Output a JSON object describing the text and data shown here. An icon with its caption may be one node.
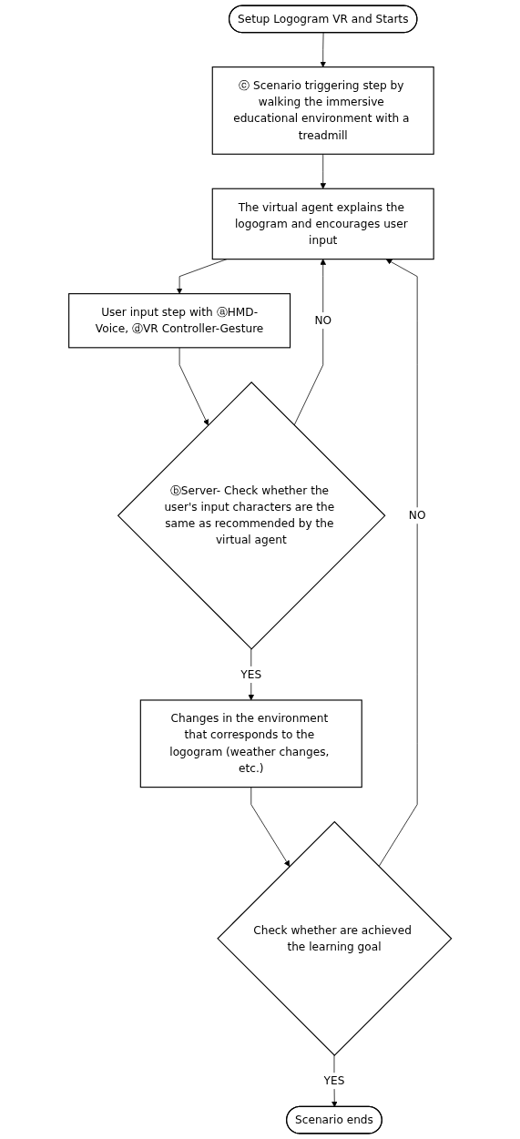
{
  "diagram": {
    "nodes": [
      {
        "text": [
          "Setup Logogram VR and Starts"
        ]
      },
      {
        "text": [
          "ⓒ Scenario triggering step by walking the immersive educational environment with a treadmill"
        ]
      },
      {
        "text": [
          "The virtual agent explains the logogram and encourages user input"
        ]
      },
      {
        "text": [
          "User input step with ⓐHMD-Voice, ⓓVR Controller-Gesture"
        ]
      },
      {
        "text": [
          "ⓑServer- Check whether the user's input characters are the same as recommended by the virtual agent"
        ]
      },
      {
        "text": [
          "Changes in the environment that corresponds to the logogram (weather changes, etc.)"
        ]
      },
      {
        "text": [
          "Check whether are achieved the learning goal"
        ]
      },
      {
        "text": [
          "Scenario ends"
        ]
      }
    ],
    "edges": [
      {
        "from": 0,
        "to": 1,
        "arrow": "to"
      },
      {
        "from": 1,
        "to": 2,
        "arrow": "to"
      },
      {
        "from": 2,
        "to": 3,
        "arrow": "to"
      },
      {
        "from": 3,
        "to": 4,
        "arrow": "to"
      },
      {
        "from": 4,
        "to": 5,
        "label": "YES",
        "arrow": "to"
      },
      {
        "from": 4,
        "to": 2,
        "label": "NO",
        "arrow": "to"
      },
      {
        "from": 5,
        "to": 6,
        "arrow": "to"
      },
      {
        "from": 6,
        "to": 7,
        "label": "YES",
        "arrow": "to"
      },
      {
        "from": 6,
        "to": 2,
        "label": "NO",
        "arrow": "to"
      }
    ]
  }
}
